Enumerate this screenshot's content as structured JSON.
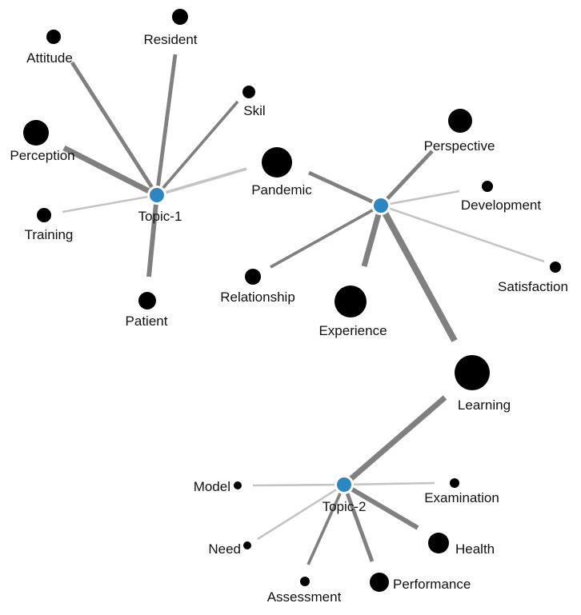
{
  "colors": {
    "topic_node": "#2e86c1",
    "term_node": "#000000",
    "edge_dark": "#808080",
    "edge_light": "#c4c4c4",
    "background": "#ffffff"
  },
  "topics": [
    {
      "id": "t1",
      "label": "Topic-1",
      "terms": [
        {
          "label": "Attitude",
          "weight": 3
        },
        {
          "label": "Resident",
          "weight": 3
        },
        {
          "label": "Skil",
          "weight": 2
        },
        {
          "label": "Perception",
          "weight": 5
        },
        {
          "label": "Pandemic",
          "weight": 2
        },
        {
          "label": "Training",
          "weight": 1
        },
        {
          "label": "Patient",
          "weight": 4
        }
      ]
    },
    {
      "id": "t2",
      "label": "",
      "terms": [
        {
          "label": "Pandemic",
          "weight": 3
        },
        {
          "label": "Perspective",
          "weight": 3
        },
        {
          "label": "Development",
          "weight": 1
        },
        {
          "label": "Satisfaction",
          "weight": 1
        },
        {
          "label": "Relationship",
          "weight": 2
        },
        {
          "label": "Experience",
          "weight": 5
        },
        {
          "label": "Learning",
          "weight": 6
        }
      ]
    },
    {
      "id": "t3",
      "label": "Topic-2",
      "terms": [
        {
          "label": "Learning",
          "weight": 5
        },
        {
          "label": "Model",
          "weight": 1
        },
        {
          "label": "Examination",
          "weight": 1
        },
        {
          "label": "Need",
          "weight": 1
        },
        {
          "label": "Health",
          "weight": 4
        },
        {
          "label": "Assessment",
          "weight": 2
        },
        {
          "label": "Performance",
          "weight": 3
        }
      ]
    }
  ]
}
